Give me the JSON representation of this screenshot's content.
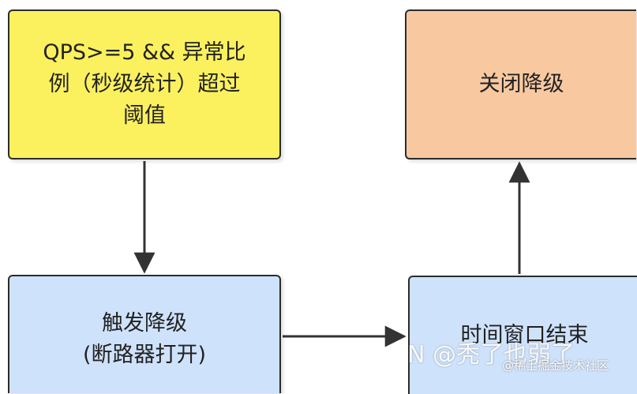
{
  "nodes": {
    "threshold": {
      "lines": [
        "QPS>=5 && 异常比",
        "例（秒级统计）超过",
        "阈值"
      ],
      "color": "#fbf15f"
    },
    "close": {
      "lines": [
        "关闭降级"
      ],
      "color": "#f8c9a0"
    },
    "trigger": {
      "lines": [
        "触发降级",
        "(断路器打开)"
      ],
      "color": "#cfe2fb"
    },
    "window_end": {
      "lines": [
        "时间窗口结束"
      ],
      "color": "#cfe2fb"
    }
  },
  "edges": [
    {
      "from": "threshold",
      "to": "trigger"
    },
    {
      "from": "trigger",
      "to": "window_end"
    },
    {
      "from": "window_end",
      "to": "close"
    }
  ],
  "watermark": {
    "main": "N @秃了也弱了",
    "sub": "@稀土掘金技术社区"
  }
}
